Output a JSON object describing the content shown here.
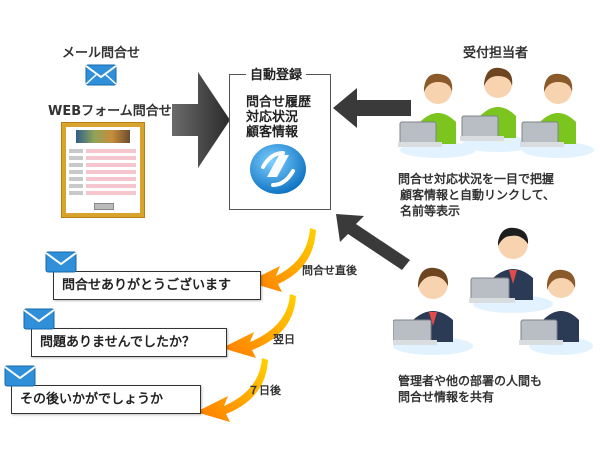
{
  "inputs": {
    "mail_label": "メール問合せ",
    "web_label": "WEBフォーム問合せ"
  },
  "system": {
    "title": "自動登録",
    "lines": [
      "問合せ履歴",
      "対応状況",
      "顧客情報"
    ]
  },
  "staff": {
    "title": "受付担当者",
    "caption_lines": [
      "問合せ対応状況を一目で把握",
      "顧客情報と自動リンクして、",
      "名前等表示"
    ]
  },
  "managers": {
    "caption_lines": [
      "管理者や他の部署の人間も",
      "問合せ情報を共有"
    ]
  },
  "followups": [
    {
      "message": "問合せありがとうございます",
      "timing": "問合せ直後"
    },
    {
      "message": "問題ありませんでしたか？",
      "timing": "翌日"
    },
    {
      "message": "その後いかがでしょうか",
      "timing": "７日後"
    }
  ],
  "colors": {
    "arrow_dark": "#3a3a3a",
    "arrow_orange": "#ff8a00",
    "arrow_yellow": "#ffd200",
    "mail_blue": "#2f8fd8",
    "form_gold": "#d9a42d",
    "logo_blue": "#1d8fd8",
    "shirt_green": "#7cc51e",
    "suit_dark": "#2b3a55"
  }
}
